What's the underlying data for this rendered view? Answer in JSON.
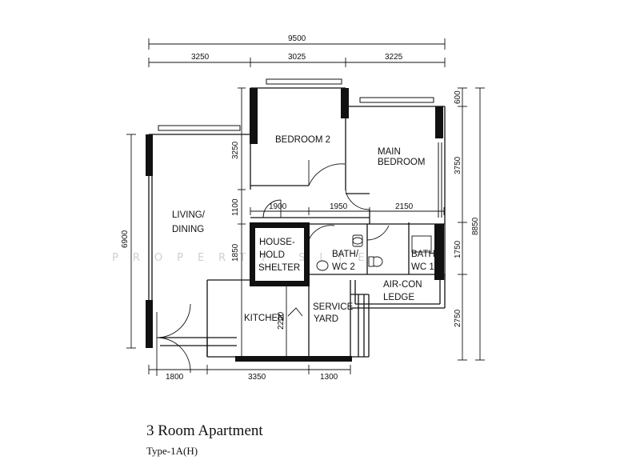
{
  "title": "3 Room Apartment",
  "subtitle": "Type-1A(H)",
  "watermark": "PROPERTY SITE",
  "rooms": {
    "bedroom2": "BEDROOM 2",
    "master_bedroom": [
      "MAIN",
      "BEDROOM"
    ],
    "living_dining": [
      "LIVING/",
      "DINING"
    ],
    "household_shelter": [
      "HOUSE-",
      "HOLD",
      "SHELTER"
    ],
    "bath_wc2": [
      "BATH/",
      "WC 2"
    ],
    "bath_wc1": [
      "BATH/",
      "WC 1"
    ],
    "aircon_ledge": [
      "AIR-CON",
      "LEDGE"
    ],
    "kitchen": "KITCHEN",
    "service_yard": [
      "SERVICE",
      "YARD"
    ]
  },
  "dimensions": {
    "overall_width": "9500",
    "top_segments": [
      "3250",
      "3025",
      "3225"
    ],
    "mid_segments": [
      "1900",
      "1950",
      "2150"
    ],
    "bottom_segments": [
      "1800",
      "3350",
      "1300"
    ],
    "overall_height": "8850",
    "right_segments": [
      "600",
      "3750",
      "1750",
      "2750"
    ],
    "left_overall": "6900",
    "inner_vertical": [
      "3250",
      "1100",
      "1850",
      "2200"
    ]
  }
}
